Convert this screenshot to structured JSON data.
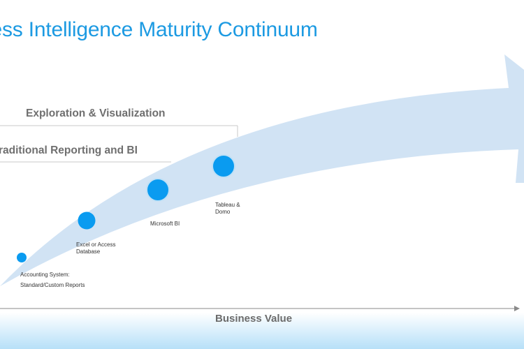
{
  "title": "ness Intelligence Maturity Continuum",
  "tiers": [
    {
      "label": "Exploration & Visualization"
    },
    {
      "label": "raditional Reporting and BI"
    }
  ],
  "nodes": [
    {
      "label": "Accounting System:\nStandard/Custom Reports"
    },
    {
      "label": "Excel or Access\nDatabase"
    },
    {
      "label": "Microsoft BI"
    },
    {
      "label": "Tableau &\nDomo"
    }
  ],
  "axis": {
    "label": "Business Value"
  },
  "colors": {
    "title": "#1c9ae2",
    "arrow": "#cfe2f3",
    "node": "#0a9bf0",
    "tier_line": "#c8c8c8",
    "axis_line": "#8a8a8a"
  }
}
